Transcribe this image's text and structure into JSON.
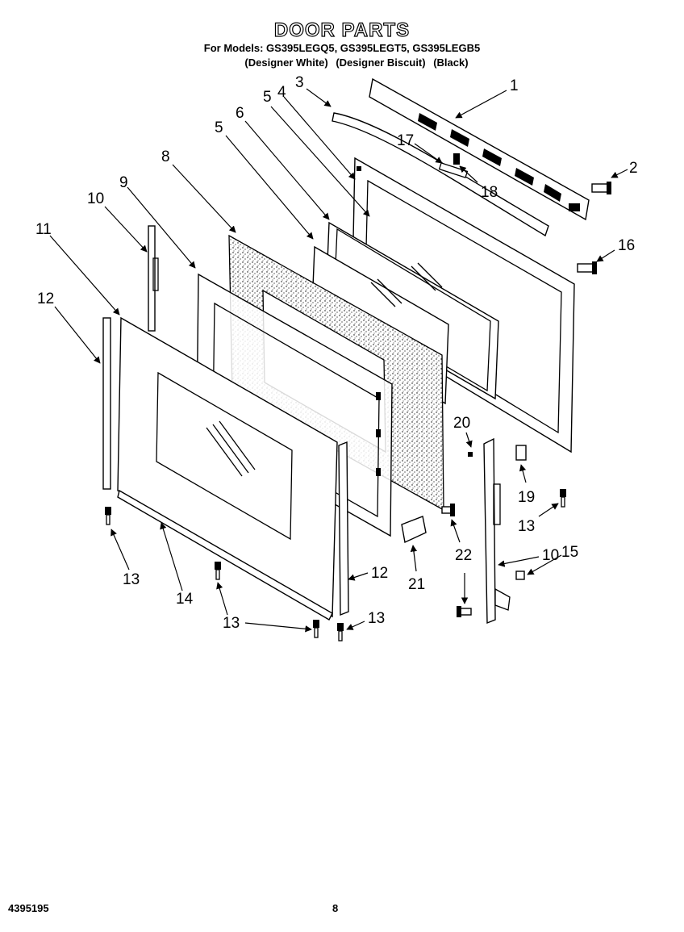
{
  "header": {
    "title": "DOOR PARTS",
    "models_line": "For Models: GS395LEGQ5, GS395LEGT5, GS395LEGB5",
    "variants": [
      "(Designer White)",
      "(Designer Biscuit)",
      "(Black)"
    ]
  },
  "callouts": {
    "c1": "1",
    "c2": "2",
    "c3": "3",
    "c4": "4",
    "c5a": "5",
    "c5b": "5",
    "c6": "6",
    "c8": "8",
    "c9": "9",
    "c10a": "10",
    "c10b": "10",
    "c11": "11",
    "c12a": "12",
    "c12b": "12",
    "c13a": "13",
    "c13b": "13",
    "c13c": "13",
    "c13d": "13",
    "c14": "14",
    "c15": "15",
    "c16": "16",
    "c17": "17",
    "c18": "18",
    "c19": "19",
    "c20": "20",
    "c21": "21",
    "c22": "22"
  },
  "footer": {
    "doc_number": "4395195",
    "page": "8"
  }
}
